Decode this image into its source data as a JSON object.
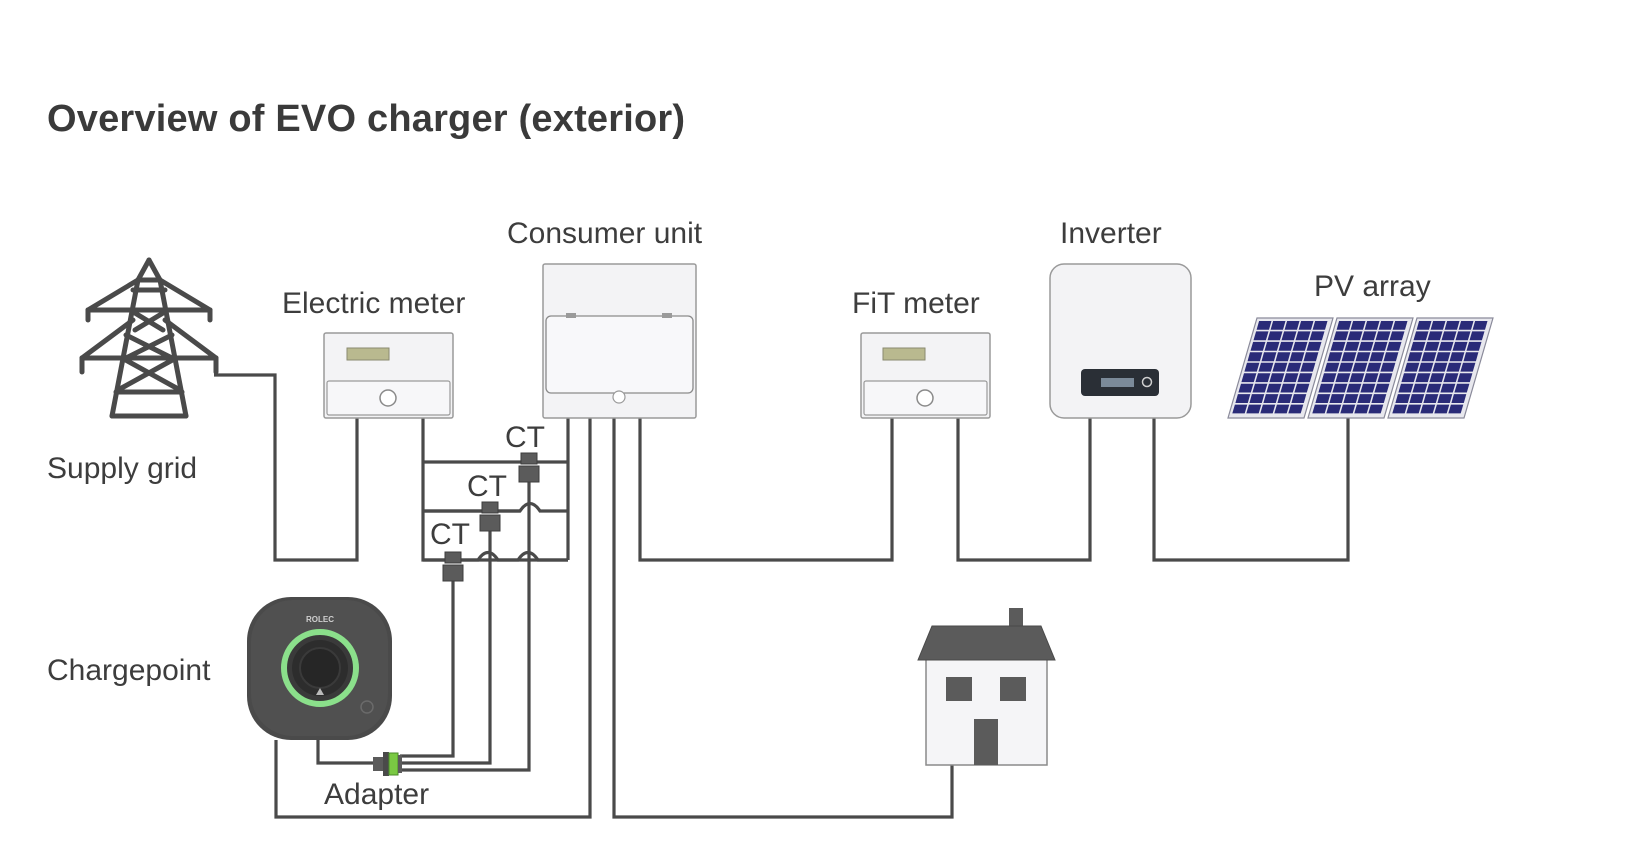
{
  "title": "Overview of EVO charger (exterior)",
  "labels": {
    "supply_grid": "Supply grid",
    "electric_meter": "Electric meter",
    "consumer_unit": "Consumer unit",
    "fit_meter": "FiT meter",
    "inverter": "Inverter",
    "pv_array": "PV array",
    "chargepoint": "Chargepoint",
    "adapter": "Adapter",
    "ct": "CT"
  },
  "chargepoint_brand": "ROLEC",
  "colors": {
    "wire": "#4a4a4a",
    "device_fill": "#f3f3f5",
    "device_stroke": "#9a9a9a",
    "display": "#b9b98f",
    "charger_ring": "#8be08b",
    "charger_body": "#4a4a4a",
    "solar_panel": "#2a2b78",
    "adapter_green": "#7ac943"
  },
  "icons": [
    "pylon-icon",
    "house-icon",
    "solar-panel-icon",
    "ct-clamp-icon",
    "charger-icon"
  ]
}
